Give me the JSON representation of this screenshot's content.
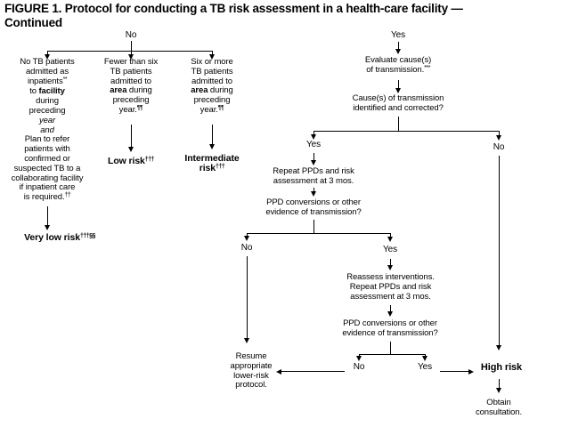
{
  "title": {
    "line1": "FIGURE 1. Protocol for conducting a TB risk assessment in a health-care facility —",
    "line2": "Continued"
  },
  "colors": {
    "ink": "#000000",
    "paper": "#ffffff"
  },
  "no": {
    "label": "No",
    "c1": {
      "t1": "No TB patients",
      "t2": "admitted as",
      "t3": "inpatients",
      "t3s": "**",
      "t4a": "to ",
      "t4b": "facility",
      "t5": "during",
      "t6": "preceding",
      "t7": "year",
      "t8": "and",
      "t9": "Plan to refer",
      "t10": "patients with",
      "t11": "confirmed or",
      "t12": "suspected TB to a",
      "t13": "collaborating facility",
      "t14": "if inpatient care",
      "t15": "is required.",
      "t15s": "††",
      "risk": "Very low risk",
      "risks": "†††§§"
    },
    "c2": {
      "t1": "Fewer than six",
      "t2": "TB patients",
      "t3": "admitted to",
      "t4a": "area",
      "t4b": " during",
      "t5": "preceding",
      "t6": "year.",
      "t6s": "¶¶",
      "risk": "Low risk",
      "risks": "†††"
    },
    "c3": {
      "t1": "Six or more",
      "t2": "TB patients",
      "t3": "admitted to",
      "t4a": "area",
      "t4b": " during",
      "t5": "preceding",
      "t6": "year.",
      "t6s": "¶¶",
      "risk1": "Intermediate",
      "risk2": "risk",
      "risks": "†††"
    }
  },
  "yes": {
    "label": "Yes",
    "evaluate1": "Evaluate cause(s)",
    "evaluate2": "of transmission.",
    "evaluate2s": "***",
    "causeq1": "Cause(s) of transmission",
    "causeq2": "identified and corrected?",
    "branch1_yes": "Yes",
    "branch1_no": "No",
    "repeat1": "Repeat PPDs and risk",
    "repeat2": "assessment at 3 mos.",
    "ppda1": "PPD conversions or other",
    "ppda2": "evidence of transmission?",
    "branch2_no": "No",
    "branch2_yes": "Yes",
    "reassess1": "Reassess interventions.",
    "reassess2": "Repeat PPDs and risk",
    "reassess3": "assessment at 3 mos.",
    "ppdb1": "PPD conversions or other",
    "ppdb2": "evidence of transmission?",
    "branch3_no": "No",
    "branch3_yes": "Yes",
    "resume1": "Resume",
    "resume2": "appropriate",
    "resume3": "lower-risk",
    "resume4": "protocol.",
    "highrisk": "High risk",
    "obtain1": "Obtain",
    "obtain2": "consultation."
  }
}
